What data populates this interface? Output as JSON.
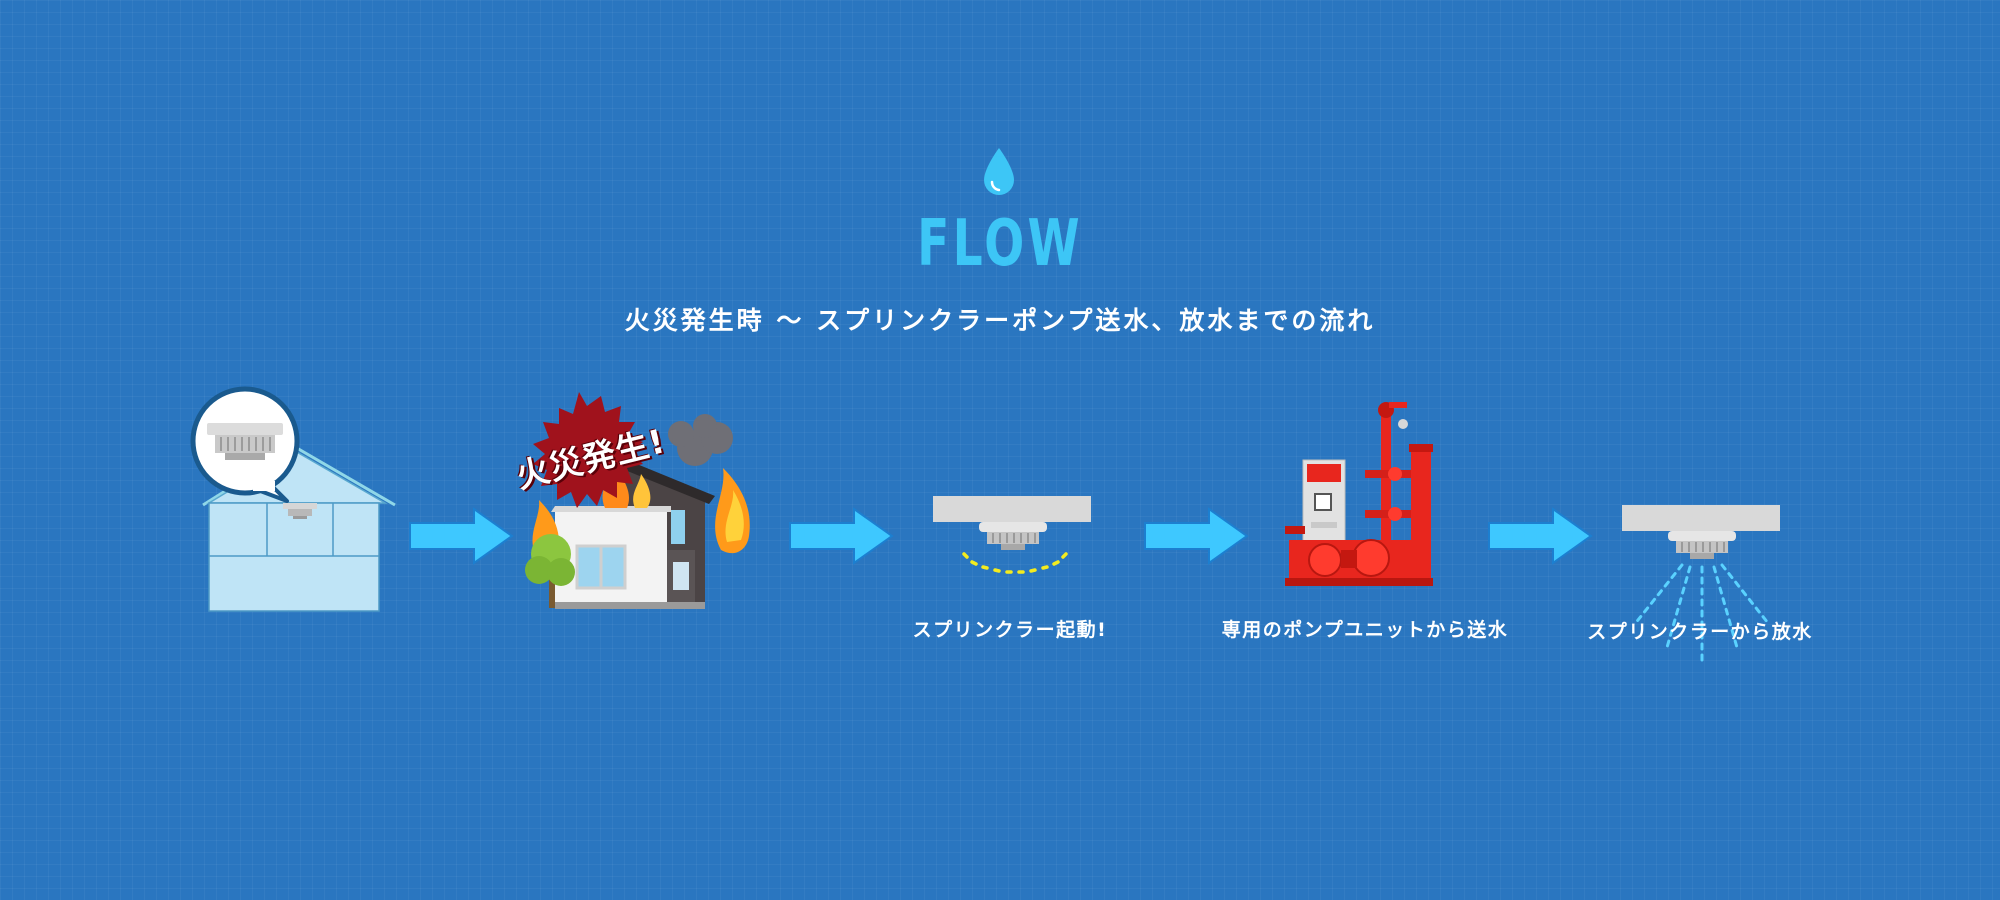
{
  "header": {
    "icon": "water-drop-icon",
    "title": "FLOW",
    "subtitle": "火災発生時 〜 スプリンクラーポンプ送水、放水までの流れ"
  },
  "steps": [
    {
      "icon": "house-smoke-detector-icon",
      "caption": ""
    },
    {
      "icon": "burning-house-icon",
      "badge": "火災発生!",
      "caption": ""
    },
    {
      "icon": "sprinkler-activation-icon",
      "caption": "スプリンクラー起動!"
    },
    {
      "icon": "fire-pump-unit-icon",
      "caption": "専用のポンプユニットから送水"
    },
    {
      "icon": "sprinkler-spray-icon",
      "caption": "スプリンクラーから放水"
    }
  ],
  "colors": {
    "background": "#2a76c0",
    "accent": "#3dc6f6",
    "arrow": "#3ec8ff",
    "badge": "#a0121c",
    "pump": "#e8261e"
  }
}
